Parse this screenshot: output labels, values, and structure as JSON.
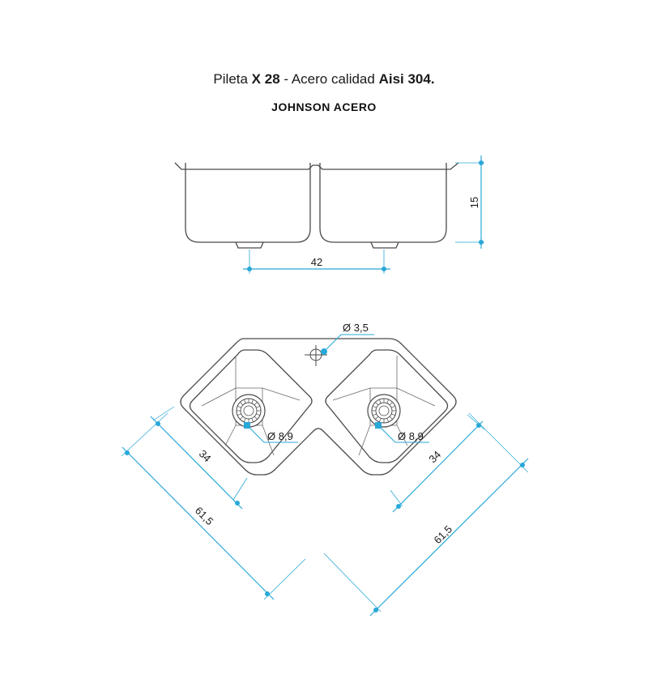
{
  "title": {
    "prefix": "Pileta ",
    "model": "X 28",
    "middle": " - Acero calidad ",
    "material": "Aisi 304."
  },
  "brand": "JOHNSON ACERO",
  "dimensions": {
    "height": "15",
    "drain_spacing": "42",
    "faucet_hole": "Ø 3,5",
    "drain_left": "Ø 8,9",
    "drain_right": "Ø 8,9",
    "bowl_left": "34",
    "bowl_right": "34",
    "overall_left": "61,5",
    "overall_right": "61,5"
  },
  "colors": {
    "outline": "#4a4a4a",
    "dimension": "#29a8d8"
  }
}
